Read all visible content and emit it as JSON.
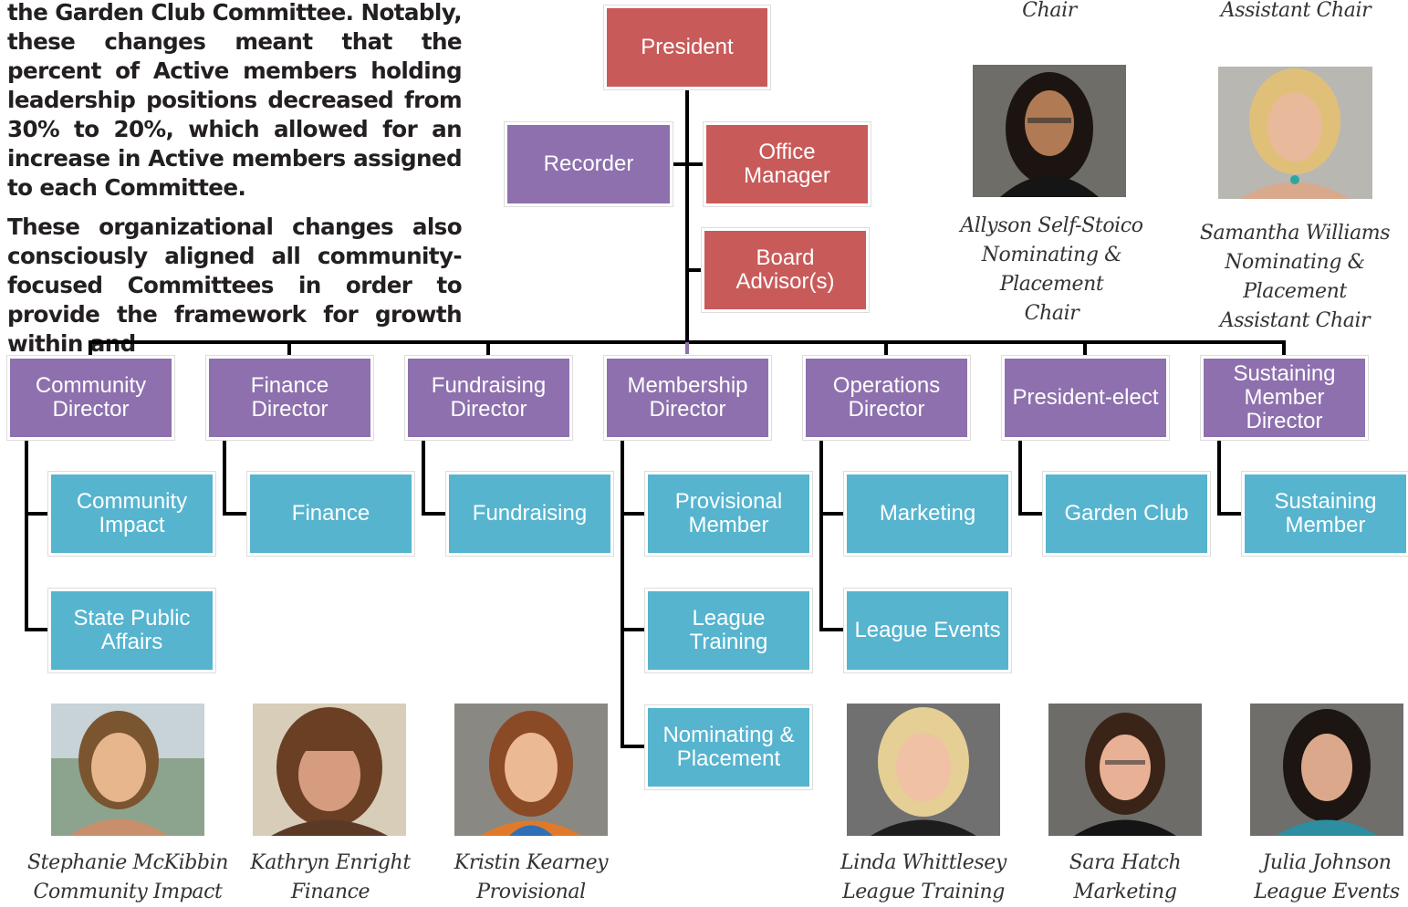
{
  "intro": {
    "paragraph1": "the Garden Club Committee. Notably, these changes meant that the percent of Active members holding leadership positions decreased from 30% to 20%, which allowed for an increase in Active members assigned to each Committee.",
    "paragraph2": "These organizational changes also consciously aligned all community-focused Committees in order to provide the framework for growth within and"
  },
  "colors": {
    "red": "#c85b5a",
    "purple": "#8d70ad",
    "teal": "#56b4cf",
    "line": "#000000"
  },
  "org": {
    "president": "President",
    "recorder": "Recorder",
    "office_manager": "Office\nManager",
    "board_advisors": "Board\nAdvisor(s)",
    "directors": [
      "Community\nDirector",
      "Finance\nDirector",
      "Fundraising\nDirector",
      "Membership\nDirector",
      "Operations\nDirector",
      "President-elect",
      "Sustaining\nMember\nDirector"
    ],
    "committees": {
      "community_impact": "Community\nImpact",
      "state_public_affairs": "State Public\nAffairs",
      "finance": "Finance",
      "fundraising": "Fundraising",
      "provisional_member": "Provisional\nMember",
      "league_training": "League\nTraining",
      "nominating_placement": "Nominating &\nPlacement",
      "marketing": "Marketing",
      "league_events": "League Events",
      "garden_club": "Garden Club",
      "sustaining_member": "Sustaining\nMember"
    }
  },
  "people": {
    "top_chair_caption": "Chair",
    "top_assistant_caption": "Assistant Chair",
    "allyson": "Allyson Self-Stoico\nNominating & Placement\nChair",
    "samantha": "Samantha Williams\nNominating & Placement\nAssistant Chair",
    "stephanie": "Stephanie McKibbin\nCommunity Impact",
    "kathryn": "Kathryn Enright\nFinance",
    "kristin": "Kristin Kearney\nProvisional",
    "linda": "Linda Whittlesey\nLeague Training",
    "sara": "Sara Hatch\nMarketing",
    "julia": "Julia Johnson\nLeague Events"
  }
}
